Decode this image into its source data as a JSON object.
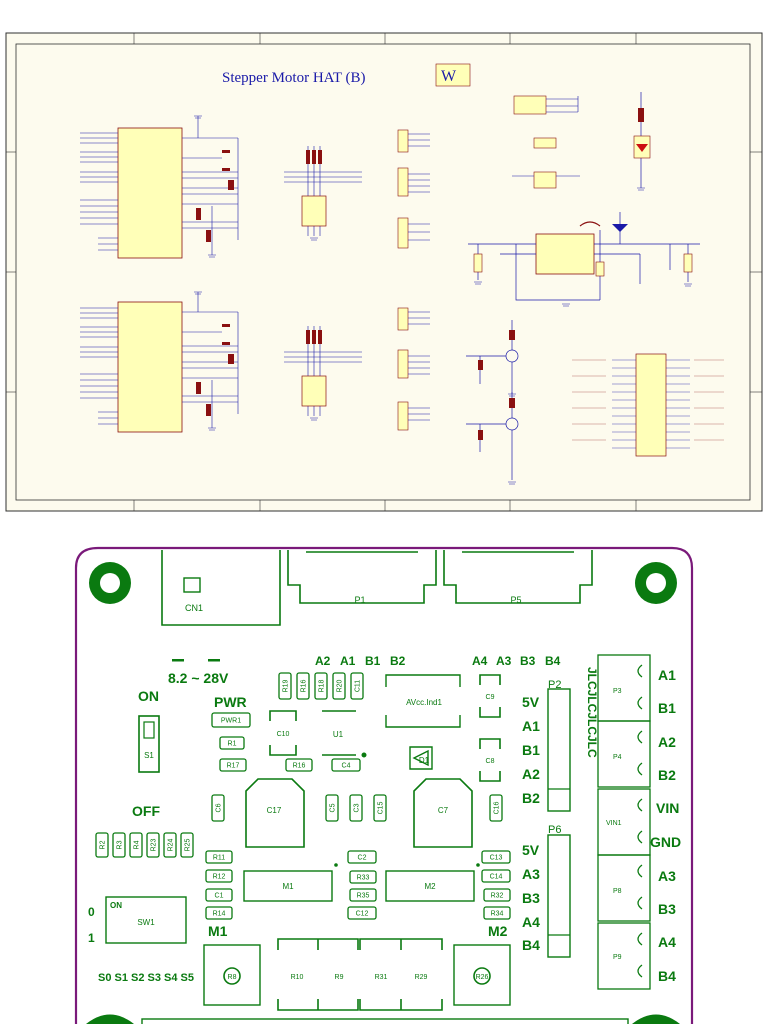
{
  "schematic": {
    "title": "Stepper Motor HAT (B)",
    "logo_letter": "W",
    "colors": {
      "paper": "#fdfbee",
      "wire": "#1a1aa8",
      "part": "#8a1010",
      "fill": "#ffffb8",
      "border": "#303030"
    }
  },
  "pcb": {
    "colors": {
      "outline": "#7a1a7a",
      "silk": "#0a7a10",
      "board": "#ffffff"
    },
    "header_labels": [
      "CN1",
      "P1",
      "P5"
    ],
    "voltage": "8.2 ~ 28V",
    "on_label": "ON",
    "off_label": "OFF",
    "pwr_label": "PWR",
    "top_channels": [
      "A2",
      "A1",
      "B1",
      "B2"
    ],
    "top_channels_right": [
      "A4",
      "A3",
      "B3",
      "B4"
    ],
    "p2_label": "P2",
    "p2_pins": [
      "5V",
      "A1",
      "B1",
      "A2",
      "B2"
    ],
    "p6_label": "P6",
    "p6_pins": [
      "5V",
      "A3",
      "B3",
      "A4",
      "B4"
    ],
    "right_pins": [
      "A1",
      "B1",
      "A2",
      "B2",
      "VIN",
      "GND",
      "A3",
      "B3",
      "A4",
      "B4"
    ],
    "jlc_text": "JLCJLCJLCJLC",
    "sw1_label": "SW1",
    "sw1_on": "ON",
    "sw1_0": "0",
    "sw1_1": "1",
    "m1_big": "M1",
    "m2_big": "M2",
    "s_labels": "S0 S1 S2 S3 S4 S5",
    "m1_chip": "M1",
    "m2_chip": "M2",
    "s1_label": "S1",
    "u1_label": "U1",
    "d1_label": "D1",
    "avcc": "AVcc.Ind1",
    "parts": {
      "pwr1": "PWR1",
      "r1": "R1",
      "r17": "R17",
      "r16_b": "R16",
      "c10": "C10",
      "c4": "C4",
      "r19": "R19",
      "r16": "R16",
      "r18": "R18",
      "r20": "R20",
      "c11": "C11",
      "c9": "C9",
      "c8": "C8",
      "c6": "C6",
      "c17": "C17",
      "c5": "C5",
      "c3": "C3",
      "c15": "C15",
      "c7": "C7",
      "c16": "C16",
      "r2": "R2",
      "r3": "R3",
      "r4": "R4",
      "r23": "R23",
      "r24": "R24",
      "r25": "R25",
      "r11": "R11",
      "r12": "R12",
      "c1": "C1",
      "r14": "R14",
      "c2": "C2",
      "r33": "R33",
      "r35": "R35",
      "c12": "C12",
      "c13": "C13",
      "c14": "C14",
      "r32": "R32",
      "r34": "R34",
      "r8": "R8",
      "r10": "R10",
      "r9": "R9",
      "r31": "R31",
      "r29": "R29",
      "r26": "R26",
      "p3": "P3",
      "p4": "P4",
      "vin1": "VIN1",
      "p8": "P8",
      "p9": "P9"
    }
  }
}
